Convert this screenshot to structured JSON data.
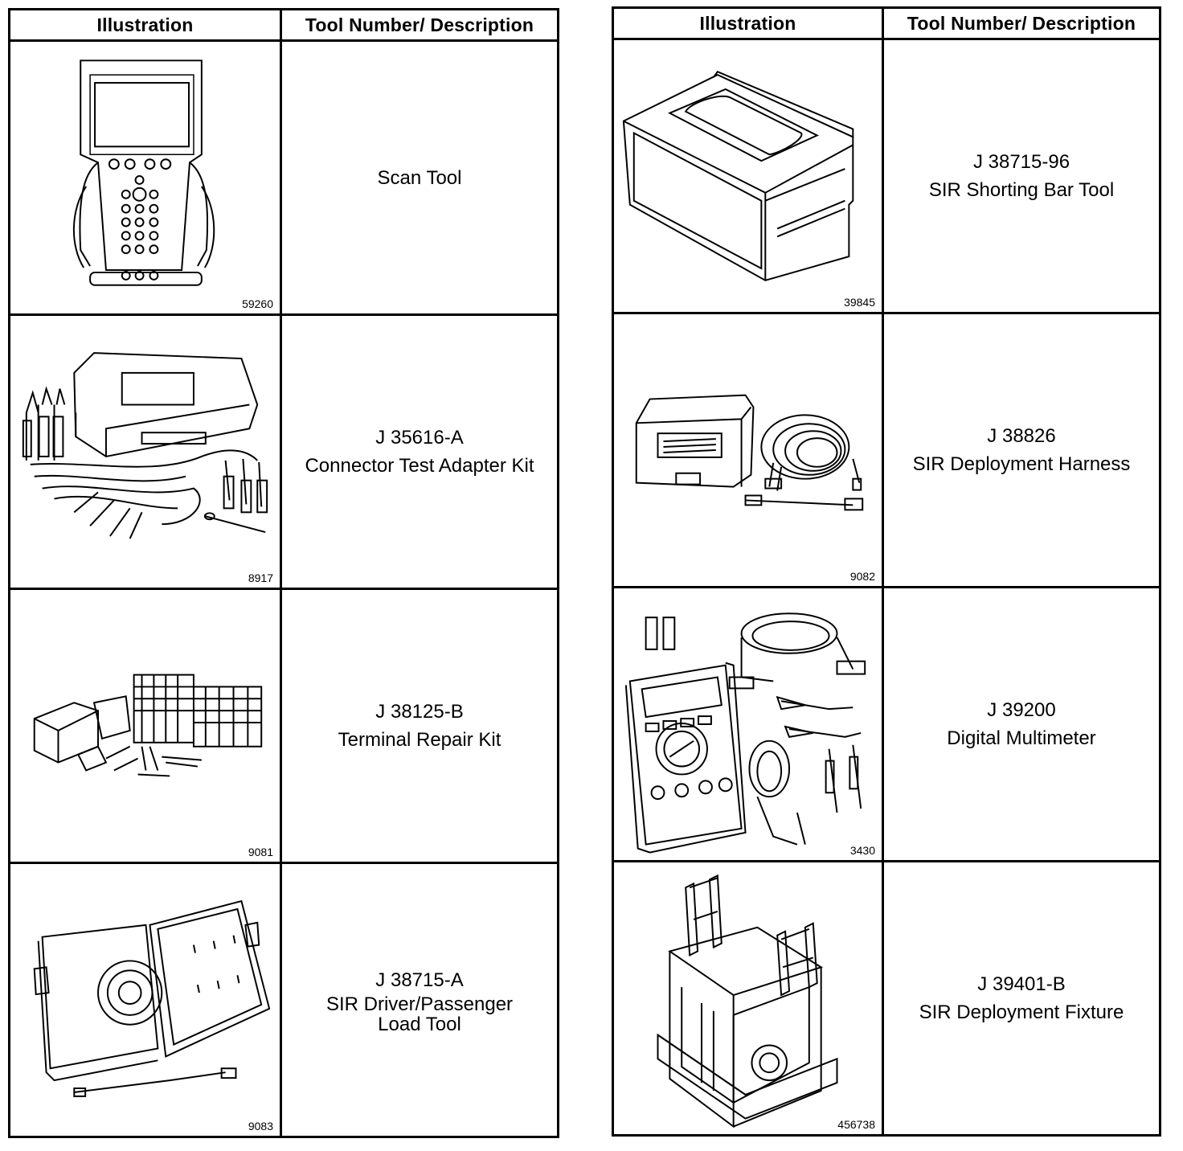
{
  "left_table": {
    "headers": {
      "illustration": "Illustration",
      "description": "Tool Number/ Description"
    },
    "rows": [
      {
        "figure": "59260",
        "tool_number": "",
        "description": "Scan Tool",
        "description2": ""
      },
      {
        "figure": "8917",
        "tool_number": "J 35616-A",
        "description": "Connector Test Adapter Kit",
        "description2": ""
      },
      {
        "figure": "9081",
        "tool_number": "J 38125-B",
        "description": "Terminal Repair Kit",
        "description2": ""
      },
      {
        "figure": "9083",
        "tool_number": "J 38715-A",
        "description": "SIR Driver/Passenger",
        "description2": "Load Tool"
      }
    ]
  },
  "right_table": {
    "headers": {
      "illustration": "Illustration",
      "description": "Tool Number/ Description"
    },
    "rows": [
      {
        "figure": "39845",
        "tool_number": "J 38715-96",
        "description": "SIR Shorting Bar Tool"
      },
      {
        "figure": "9082",
        "tool_number": "J 38826",
        "description": "SIR Deployment Harness"
      },
      {
        "figure": "3430",
        "tool_number": "J 39200",
        "description": "Digital Multimeter"
      },
      {
        "figure": "456738",
        "tool_number": "J 39401-B",
        "description": "SIR Deployment Fixture"
      }
    ]
  }
}
